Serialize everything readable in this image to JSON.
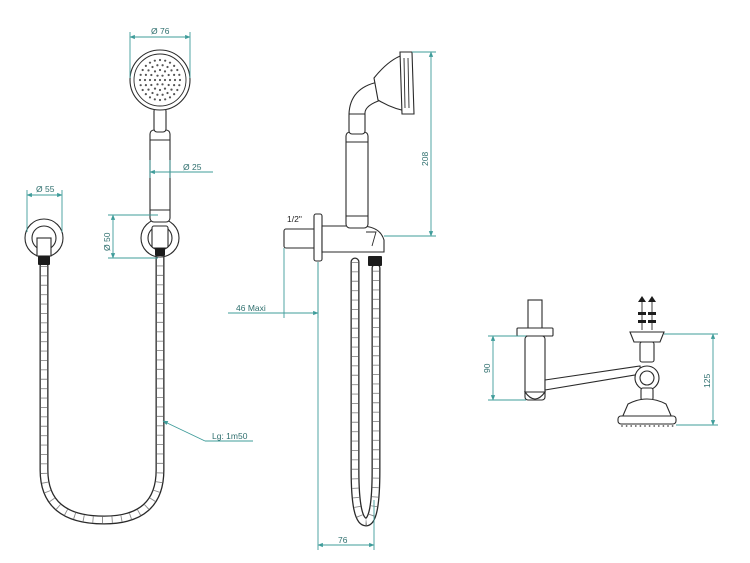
{
  "colors": {
    "line": "#2a2a2a",
    "dimension": "#3f9c9a",
    "dimension_text": "#2f6f6e",
    "background": "#ffffff"
  },
  "front_view": {
    "head_diameter": "Ø 76",
    "handle_diameter": "Ø 25",
    "outlet_diameter": "Ø 55",
    "holder_height": "Ø 50",
    "hose_length": "Lg: 1m50"
  },
  "side_view": {
    "thread_size": "1/2\"",
    "wall_offset": "46 Maxi",
    "height": "208",
    "width": "76"
  },
  "top_view": {
    "height_left": "90",
    "height_right": "125"
  }
}
